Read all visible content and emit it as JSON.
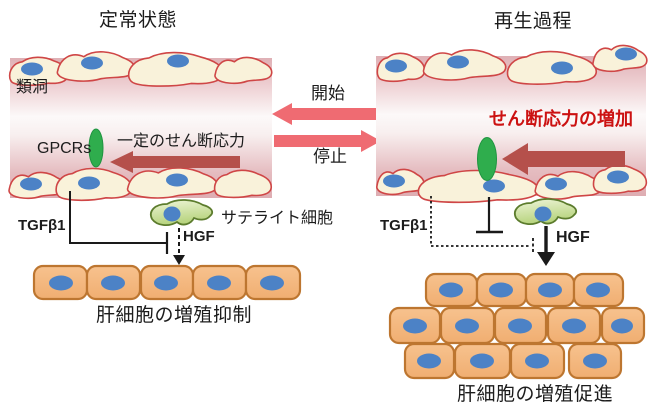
{
  "left_panel": {
    "title": "定常状態",
    "sinusoid_label": "類洞",
    "receptor_label": "GPCRs",
    "shear_label": "一定のせん断応力",
    "tgf_label": "TGFβ1",
    "satellite_label": "サテライト細胞",
    "hgf_label": "HGF",
    "result_label": "肝細胞の増殖抑制",
    "hepatocyte_count": 5
  },
  "flow_controls": {
    "start_label": "開始",
    "stop_label": "停止"
  },
  "right_panel": {
    "title": "再生過程",
    "shear_label": "せん断応力の増加",
    "tgf_label": "TGFβ1",
    "hgf_label": "HGF",
    "result_label": "肝細胞の増殖促進",
    "hepatocyte_rows": [
      4,
      5,
      4
    ]
  },
  "colors": {
    "shear_arrow_dark_red": "#b5504b",
    "flow_arrow_pink": "#ef6b72",
    "shear_text_red": "#cc1212",
    "endothelial_fill": "#f9f2da",
    "endothelial_outline": "#cf4646",
    "nucleus_blue": "#4c82c6",
    "gpcr_green": "#2fad4d",
    "satellite_fill": "#cde09a",
    "satellite_outline": "#5c7c2d",
    "hepatocyte_fill": "#f4b77e",
    "hepatocyte_outline": "#bd7630",
    "lumen_pink": "#e3b7bb",
    "line_black": "#1a1a1a"
  }
}
